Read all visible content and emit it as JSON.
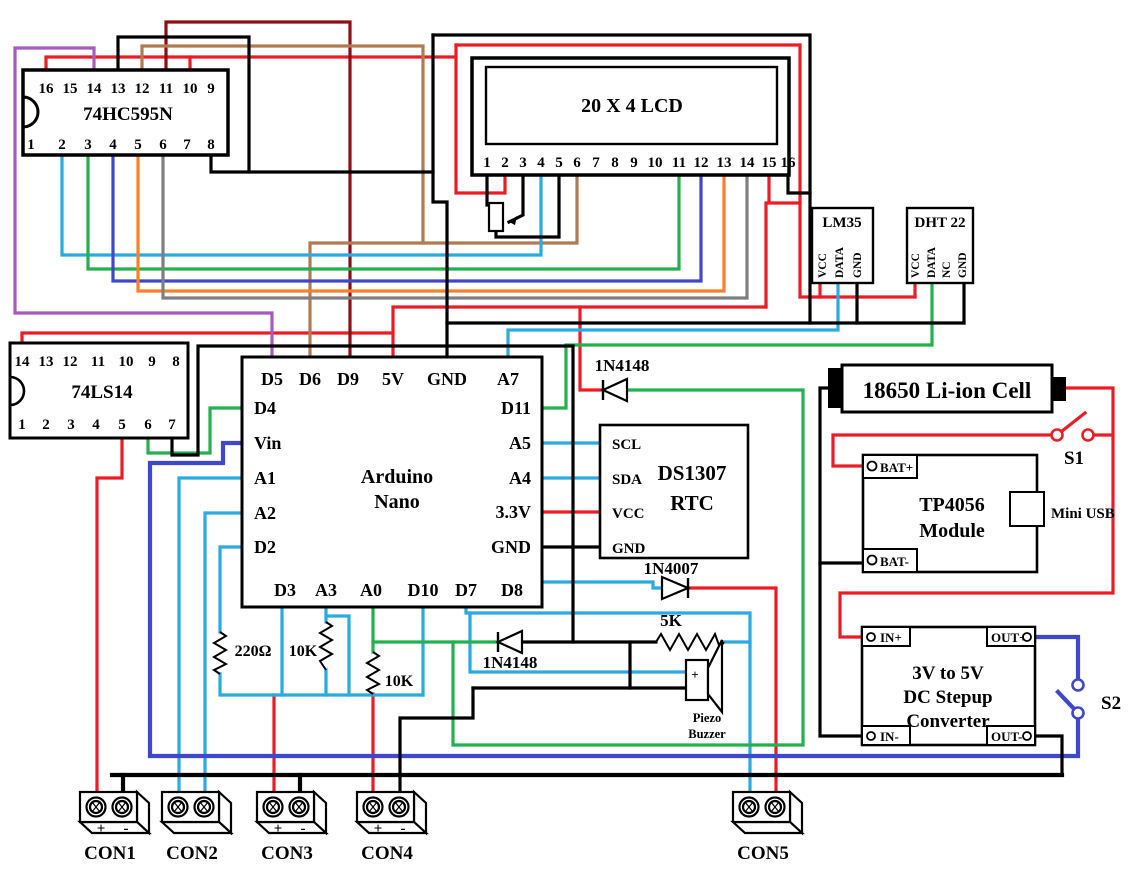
{
  "palette": {
    "red": "#ed1c24",
    "maroon": "#8e0e18",
    "brown": "#b07b52",
    "purple": "#a85bbc",
    "cyan": "#29aae1",
    "green": "#22b14c",
    "navy": "#3f48cc",
    "orange": "#ff7f27",
    "gray": "#7f7f7f",
    "black": "#000000"
  },
  "ic_74hc595": {
    "title": "74HC595N",
    "pins_top": [
      "16",
      "15",
      "14",
      "13",
      "12",
      "11",
      "10",
      "9"
    ],
    "pins_bottom": [
      "1",
      "2",
      "3",
      "4",
      "5",
      "6",
      "7",
      "8"
    ]
  },
  "ic_74ls14": {
    "title": "74LS14",
    "pins_top": [
      "14",
      "13",
      "12",
      "11",
      "10",
      "9",
      "8"
    ],
    "pins_bottom": [
      "1",
      "2",
      "3",
      "4",
      "5",
      "6",
      "7"
    ]
  },
  "lcd": {
    "title": "20 X 4 LCD",
    "pins": [
      "1",
      "2",
      "3",
      "4",
      "5",
      "6",
      "7",
      "8",
      "9",
      "10",
      "11",
      "12",
      "13",
      "14",
      "15",
      "16"
    ]
  },
  "lm35": {
    "title": "LM35",
    "pins": [
      "VCC",
      "DATA",
      "GND"
    ]
  },
  "dht22": {
    "title": "DHT 22",
    "pins": [
      "VCC",
      "DATA",
      "NC",
      "GND"
    ]
  },
  "arduino": {
    "title_line1": "Arduino",
    "title_line2": "Nano",
    "pins_top": [
      "D5",
      "D6",
      "D9",
      "5V",
      "GND",
      "A7"
    ],
    "pins_left": [
      "D4",
      "Vin",
      "A1",
      "A2",
      "D2"
    ],
    "pins_right": [
      "D11",
      "A5",
      "A4",
      "3.3V",
      "GND"
    ],
    "pins_bottom": [
      "D3",
      "A3",
      "A0",
      "D10",
      "D7",
      "D8"
    ]
  },
  "rtc": {
    "title_line1": "DS1307",
    "title_line2": "RTC",
    "pins": [
      "SCL",
      "SDA",
      "VCC",
      "GND"
    ]
  },
  "battery": {
    "label": "18650 Li-ion Cell"
  },
  "tp4056": {
    "title_line1": "TP4056",
    "title_line2": "Module",
    "bat_plus": "BAT+",
    "bat_minus": "BAT-",
    "usb_label": "Mini USB"
  },
  "converter": {
    "title_line1": "3V to 5V",
    "title_line2": "DC Stepup",
    "title_line3": "Converter",
    "in_plus": "IN+",
    "in_minus": "IN-",
    "out_plus": "OUT+",
    "out_minus": "OUT-"
  },
  "switches": {
    "s1": "S1",
    "s2": "S2"
  },
  "diodes": {
    "d1": "1N4148",
    "d2": "1N4007",
    "d3": "1N4148"
  },
  "resistors": {
    "r_220": "220Ω",
    "r_10k_a": "10K",
    "r_10k_b": "10K",
    "r_5k": "5K"
  },
  "buzzer": {
    "label_line1": "Piezo",
    "label_line2": "Buzzer",
    "plus": "+"
  },
  "connectors": {
    "labels": [
      "CON1",
      "CON2",
      "CON3",
      "CON4",
      "CON5"
    ],
    "plus": "+",
    "minus": "-"
  }
}
